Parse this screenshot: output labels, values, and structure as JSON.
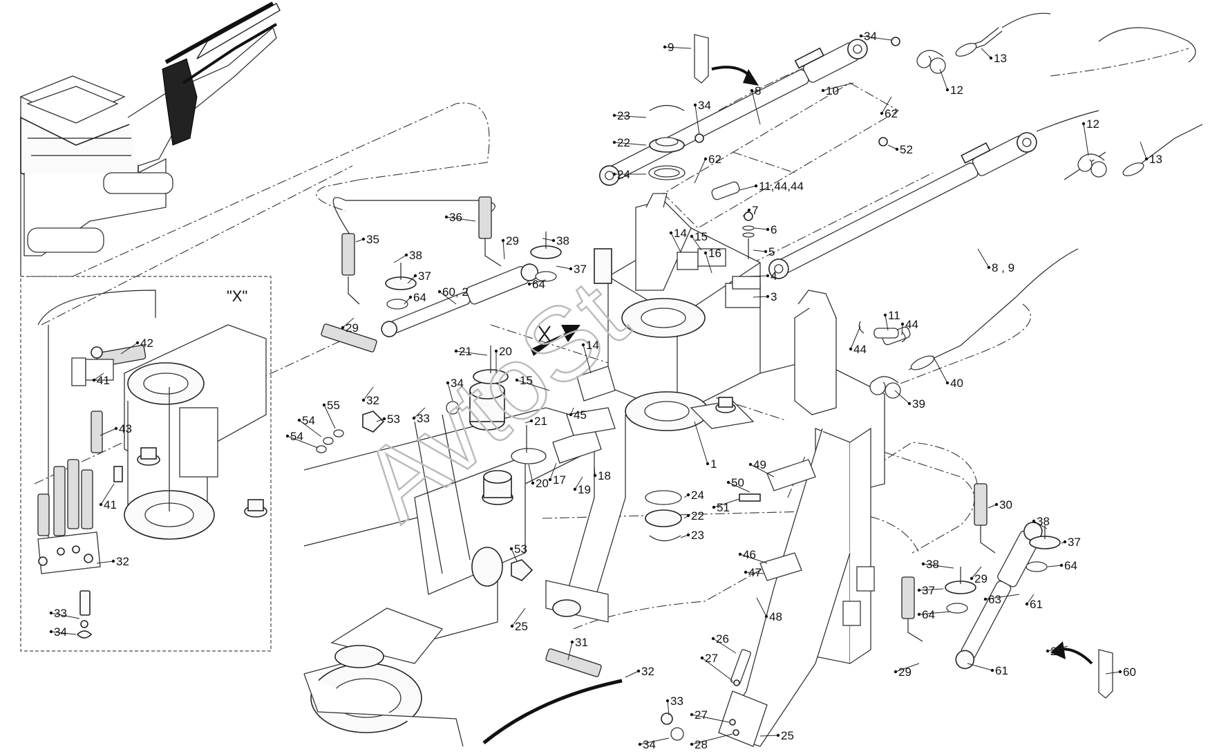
{
  "inset": {
    "title": "\"X\""
  },
  "watermark": {
    "text": "AvtoSt"
  },
  "direction_marker": {
    "label": "X"
  },
  "callouts": [
    {
      "id": "c-9-top",
      "text": "9"
    },
    {
      "id": "c-34-top",
      "text": "34"
    },
    {
      "id": "c-13-top",
      "text": "13"
    },
    {
      "id": "c-12-top",
      "text": "12"
    },
    {
      "id": "c-8-top",
      "text": "8"
    },
    {
      "id": "c-10",
      "text": "10"
    },
    {
      "id": "c-62-a",
      "text": "62"
    },
    {
      "id": "c-52",
      "text": "52"
    },
    {
      "id": "c-23-top",
      "text": "23"
    },
    {
      "id": "c-34-mid",
      "text": "34"
    },
    {
      "id": "c-22-top",
      "text": "22"
    },
    {
      "id": "c-24-top",
      "text": "24"
    },
    {
      "id": "c-62-b",
      "text": "62"
    },
    {
      "id": "c-11-44-44",
      "text": "11,44,44"
    },
    {
      "id": "c-12-right",
      "text": "12"
    },
    {
      "id": "c-13-right",
      "text": "13"
    },
    {
      "id": "c-7",
      "text": "7"
    },
    {
      "id": "c-6",
      "text": "6"
    },
    {
      "id": "c-5",
      "text": "5"
    },
    {
      "id": "c-4",
      "text": "4"
    },
    {
      "id": "c-3",
      "text": "3"
    },
    {
      "id": "c-14-top",
      "text": "14"
    },
    {
      "id": "c-15-top",
      "text": "15"
    },
    {
      "id": "c-16",
      "text": "16"
    },
    {
      "id": "c-8-9",
      "text": "8 , 9"
    },
    {
      "id": "c-36",
      "text": "36"
    },
    {
      "id": "c-38-a",
      "text": "38"
    },
    {
      "id": "c-29-a",
      "text": "29"
    },
    {
      "id": "c-37-a",
      "text": "37"
    },
    {
      "id": "c-64-a",
      "text": "64"
    },
    {
      "id": "c-60-2",
      "text": "60, 2"
    },
    {
      "id": "c-35",
      "text": "35"
    },
    {
      "id": "c-38-b",
      "text": "38"
    },
    {
      "id": "c-37-b",
      "text": "37"
    },
    {
      "id": "c-64-b",
      "text": "64"
    },
    {
      "id": "c-29-b",
      "text": "29"
    },
    {
      "id": "c-11",
      "text": "11"
    },
    {
      "id": "c-44-a",
      "text": "44"
    },
    {
      "id": "c-44-b",
      "text": "44"
    },
    {
      "id": "c-21-a",
      "text": "21"
    },
    {
      "id": "c-20-a",
      "text": "20"
    },
    {
      "id": "c-14-mid",
      "text": "14"
    },
    {
      "id": "c-15-mid",
      "text": "15"
    },
    {
      "id": "c-45",
      "text": "45"
    },
    {
      "id": "c-34-c",
      "text": "34"
    },
    {
      "id": "c-32-a",
      "text": "32"
    },
    {
      "id": "c-33-a",
      "text": "33"
    },
    {
      "id": "c-40",
      "text": "40"
    },
    {
      "id": "c-39",
      "text": "39"
    },
    {
      "id": "c-55",
      "text": "55"
    },
    {
      "id": "c-54-a",
      "text": "54"
    },
    {
      "id": "c-53-a",
      "text": "53"
    },
    {
      "id": "c-54-b",
      "text": "54"
    },
    {
      "id": "c-21-b",
      "text": "21"
    },
    {
      "id": "c-20-b",
      "text": "20"
    },
    {
      "id": "c-17",
      "text": "17"
    },
    {
      "id": "c-19",
      "text": "19"
    },
    {
      "id": "c-18",
      "text": "18"
    },
    {
      "id": "c-1",
      "text": "1"
    },
    {
      "id": "c-49",
      "text": "49"
    },
    {
      "id": "c-50",
      "text": "50"
    },
    {
      "id": "c-51",
      "text": "51"
    },
    {
      "id": "c-24-mid",
      "text": "24"
    },
    {
      "id": "c-22-mid",
      "text": "22"
    },
    {
      "id": "c-23-mid",
      "text": "23"
    },
    {
      "id": "c-30",
      "text": "30"
    },
    {
      "id": "c-38-c",
      "text": "38"
    },
    {
      "id": "c-37-c",
      "text": "37"
    },
    {
      "id": "c-64-c",
      "text": "64"
    },
    {
      "id": "c-38-d",
      "text": "38"
    },
    {
      "id": "c-29-c",
      "text": "29"
    },
    {
      "id": "c-63",
      "text": "63"
    },
    {
      "id": "c-61-a",
      "text": "61"
    },
    {
      "id": "c-37-d",
      "text": "37"
    },
    {
      "id": "c-64-d",
      "text": "64"
    },
    {
      "id": "c-53-b",
      "text": "53"
    },
    {
      "id": "c-46",
      "text": "46"
    },
    {
      "id": "c-47",
      "text": "47"
    },
    {
      "id": "c-48",
      "text": "48"
    },
    {
      "id": "c-25-a",
      "text": "25"
    },
    {
      "id": "c-2",
      "text": "2"
    },
    {
      "id": "c-60",
      "text": "60"
    },
    {
      "id": "c-61-b",
      "text": "61"
    },
    {
      "id": "c-29-d",
      "text": "29"
    },
    {
      "id": "c-31",
      "text": "31"
    },
    {
      "id": "c-32-b",
      "text": "32"
    },
    {
      "id": "c-26",
      "text": "26"
    },
    {
      "id": "c-27-a",
      "text": "27"
    },
    {
      "id": "c-33-b",
      "text": "33"
    },
    {
      "id": "c-27-b",
      "text": "27"
    },
    {
      "id": "c-25-b",
      "text": "25"
    },
    {
      "id": "c-34-d",
      "text": "34"
    },
    {
      "id": "c-28",
      "text": "28"
    },
    {
      "id": "c-42",
      "text": "42"
    },
    {
      "id": "c-41-a",
      "text": "41"
    },
    {
      "id": "c-43",
      "text": "43"
    },
    {
      "id": "c-41-b",
      "text": "41"
    },
    {
      "id": "c-32-x",
      "text": "32"
    },
    {
      "id": "c-33-x",
      "text": "33"
    },
    {
      "id": "c-34-x",
      "text": "34"
    }
  ]
}
